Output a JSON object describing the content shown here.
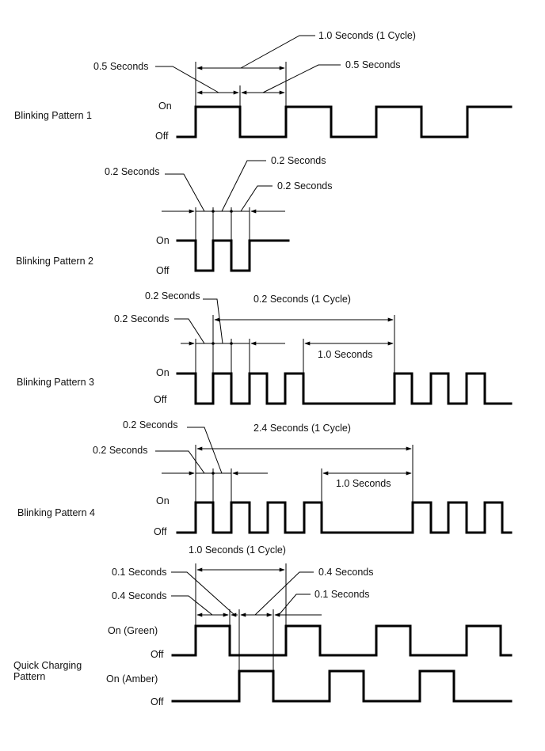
{
  "patterns": {
    "p1": {
      "name": "Blinking Pattern 1",
      "on_label": "On",
      "off_label": "Off",
      "cycle_label": "1.0 Seconds (1 Cycle)",
      "on_time_label": "0.5 Seconds",
      "off_time_label": "0.5 Seconds"
    },
    "p2": {
      "name": "Blinking Pattern 2",
      "on_label": "On",
      "off_label": "Off",
      "label_a": "0.2 Seconds",
      "label_b": "0.2 Seconds",
      "label_c": "0.2 Seconds"
    },
    "p3": {
      "name": "Blinking Pattern 3",
      "on_label": "On",
      "off_label": "Off",
      "label_a": "0.2 Seconds",
      "label_b": "0.2 Seconds",
      "cycle_label": "0.2 Seconds (1 Cycle)",
      "pause_label": "1.0 Seconds"
    },
    "p4": {
      "name": "Blinking Pattern 4",
      "on_label": "On",
      "off_label": "Off",
      "label_a": "0.2 Seconds",
      "label_b": "0.2 Seconds",
      "cycle_label": "2.4 Seconds (1 Cycle)",
      "pause_label": "1.0 Seconds"
    },
    "quick": {
      "name_line1": "Quick Charging",
      "name_line2": "Pattern",
      "green_on_label": "On (Green)",
      "green_off_label": "Off",
      "amber_on_label": "On (Amber)",
      "amber_off_label": "Off",
      "cycle_label": "1.0 Seconds (1 Cycle)",
      "label_01_left": "0.1 Seconds",
      "label_04_left": "0.4 Seconds",
      "label_04_right": "0.4 Seconds",
      "label_01_right": "0.1 Seconds"
    }
  }
}
